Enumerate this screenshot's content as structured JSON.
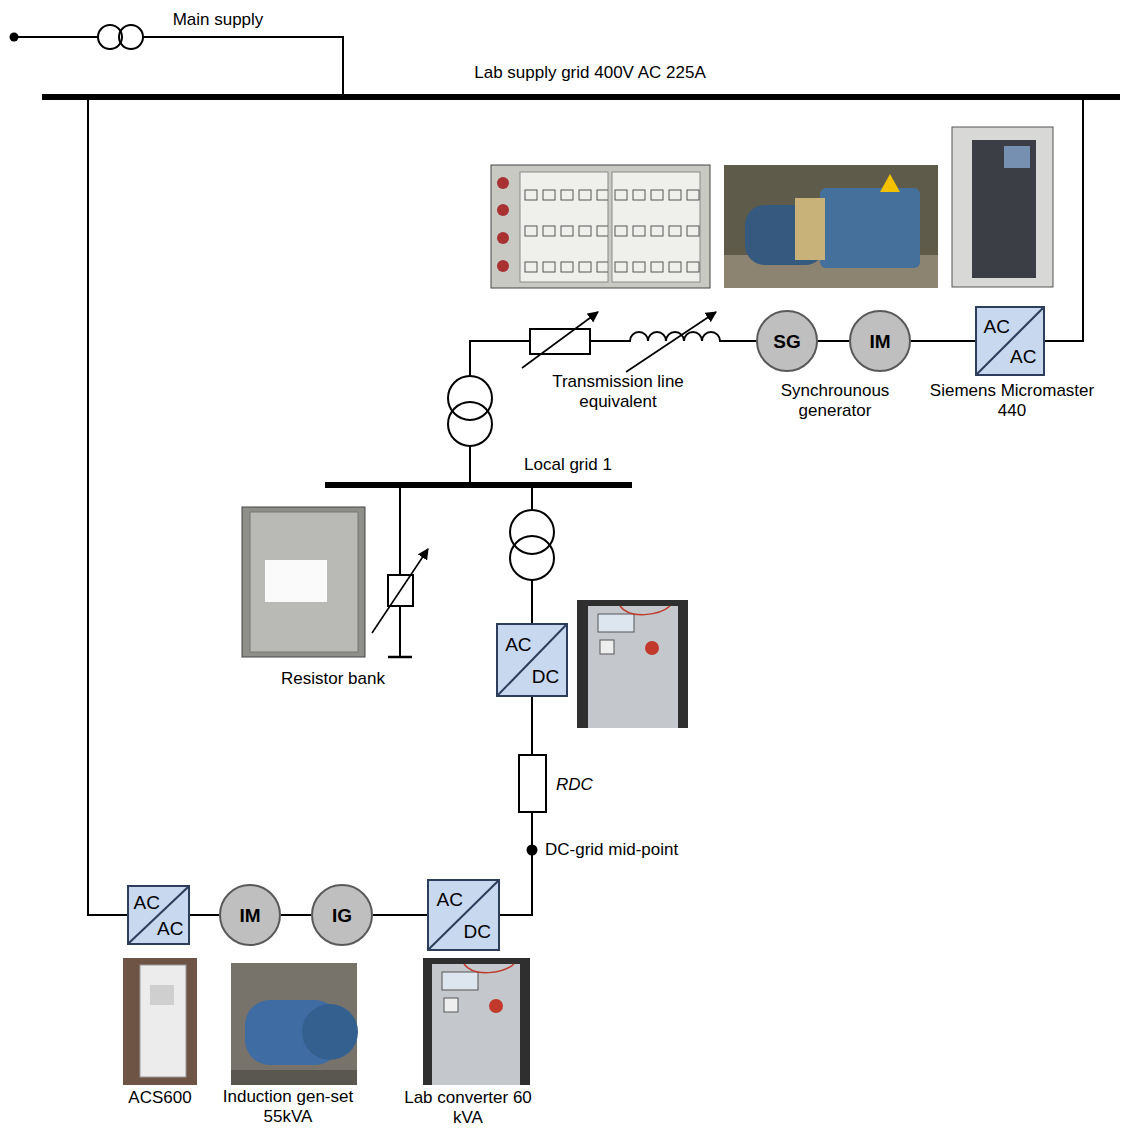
{
  "diagram": {
    "nodes": [
      {
        "text": [
          "Lab supply grid 400V AC 225A"
        ]
      },
      {
        "text": [
          "AC",
          "AC"
        ]
      },
      {
        "text": [
          "IM"
        ]
      },
      {
        "text": [
          "SG"
        ]
      },
      {
        "text": [
          "Local grid 1"
        ]
      },
      {
        "text": [
          "AC",
          "DC"
        ]
      },
      {
        "text": [
          "AC",
          "AC"
        ]
      },
      {
        "text": [
          "IM"
        ]
      },
      {
        "text": [
          "IG"
        ]
      },
      {
        "text": [
          "AC",
          "DC"
        ]
      }
    ],
    "edges": [
      {
        "from": 0,
        "to": 1,
        "arrow": "none"
      },
      {
        "from": 1,
        "to": 2,
        "arrow": "none"
      },
      {
        "from": 2,
        "to": 3,
        "arrow": "none"
      },
      {
        "from": 3,
        "to": 4,
        "arrow": "none"
      },
      {
        "from": 4,
        "to": 5,
        "arrow": "none"
      },
      {
        "from": 5,
        "to": 9,
        "arrow": "none"
      },
      {
        "from": 0,
        "to": 6,
        "arrow": "none"
      },
      {
        "from": 6,
        "to": 7,
        "arrow": "none"
      },
      {
        "from": 7,
        "to": 8,
        "arrow": "none"
      },
      {
        "from": 8,
        "to": 9,
        "arrow": "none"
      }
    ],
    "labels": [
      "Main supply",
      "Transmission line equivalent",
      "Synchrounous generator",
      "Siemens Micromaster 440",
      "Resistor bank",
      "RDC",
      "DC-grid mid-point",
      "ACS600",
      "Induction gen-set 55kVA",
      "Lab converter 60 kVA"
    ]
  }
}
